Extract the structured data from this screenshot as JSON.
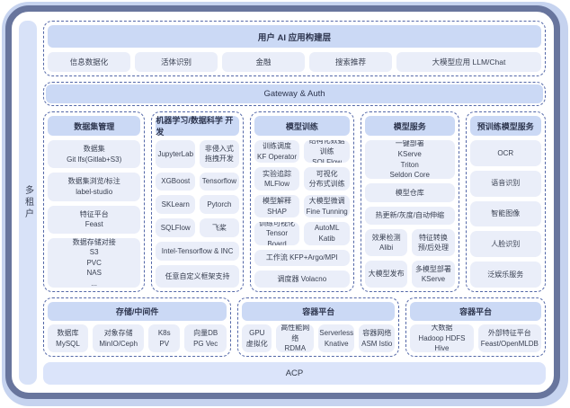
{
  "tenant_label": "多租户",
  "app_layer": {
    "title": "用户 AI 应用构建层",
    "items": [
      "信息数据化",
      "活体识别",
      "金融",
      "搜索推荐",
      "大模型应用 LLM/Chat"
    ]
  },
  "gateway": {
    "label": "Gateway & Auth"
  },
  "columns": [
    {
      "title": "数据集管理",
      "rows": [
        [
          [
            "数据集",
            "Git lfs(Gitlab+S3)"
          ]
        ],
        [
          [
            "数据集浏览/标注",
            "label-studio"
          ]
        ],
        [
          [
            "特征平台",
            "Feast"
          ]
        ],
        [
          [
            "数据存储对接",
            "S3",
            "PVC",
            "NAS",
            "..."
          ]
        ]
      ]
    },
    {
      "title": "机器学习/数据科学 开发",
      "rows": [
        [
          [
            "JupyterLab"
          ],
          [
            "非侵入式",
            "拖拽开发"
          ]
        ],
        [
          [
            "XGBoost"
          ],
          [
            "Tensorflow"
          ]
        ],
        [
          [
            "SKLearn"
          ],
          [
            "Pytorch"
          ]
        ],
        [
          [
            "SQLFlow"
          ],
          [
            "飞桨"
          ]
        ],
        [
          [
            "Intel-Tensorflow & INC"
          ]
        ],
        [
          [
            "任意自定义框架支持"
          ]
        ]
      ]
    },
    {
      "title": "模型训练",
      "rows": [
        [
          [
            "训练调度",
            "KF Operator"
          ],
          [
            "结构化数据训练",
            "SQLFlow"
          ]
        ],
        [
          [
            "实验追踪",
            "MLFlow"
          ],
          [
            "可视化",
            "分布式训练"
          ]
        ],
        [
          [
            "模型解释",
            "SHAP"
          ],
          [
            "大模型微调",
            "Fine Tunning"
          ]
        ],
        [
          [
            "训练可视化",
            "Tensor Board"
          ],
          [
            "AutoML",
            "Katib"
          ]
        ],
        [
          [
            "工作流 KFP+Argo/MPI"
          ]
        ],
        [
          [
            "调度器 Volacno"
          ]
        ]
      ]
    },
    {
      "title": "模型服务",
      "rows": [
        [
          [
            "一键部署",
            "KServe",
            "Triton",
            "Seldon Core"
          ]
        ],
        [
          [
            "模型仓库"
          ]
        ],
        [
          [
            "热更新/灰度/自动伸缩"
          ]
        ],
        [
          [
            "效果检测",
            "Alibi"
          ],
          [
            "特征转换",
            "预/后处理"
          ]
        ],
        [
          [
            "大模型发布"
          ],
          [
            "多模型部署",
            "KServe"
          ]
        ]
      ]
    },
    {
      "title": "预训练模型服务",
      "rows": [
        [
          [
            "OCR"
          ]
        ],
        [
          [
            "语音识别"
          ]
        ],
        [
          [
            "智能图像"
          ]
        ],
        [
          [
            "人脸识别"
          ]
        ],
        [
          [
            "泛娱乐服务"
          ]
        ]
      ]
    }
  ],
  "bottom": [
    {
      "title": "存储/中间件",
      "cards": [
        [
          "数据库",
          "MySQL"
        ],
        [
          "对象存储",
          "MinIO/Ceph"
        ],
        [
          "K8s",
          "PV"
        ],
        [
          "向量DB",
          "PG Vec"
        ]
      ]
    },
    {
      "title": "容器平台",
      "cards": [
        [
          "GPU",
          "虚拟化"
        ],
        [
          "高性能网络",
          "RDMA"
        ],
        [
          "Serverless",
          "Knative"
        ],
        [
          "容器网络",
          "ASM Istio"
        ]
      ]
    },
    {
      "title": "容器平台",
      "cards": [
        [
          "大数据",
          "Hadoop HDFS",
          "Hive"
        ],
        [
          "外部特征平台",
          "Feast/OpenMLDB"
        ]
      ]
    }
  ],
  "footer": {
    "label": "ACP"
  },
  "colors": {
    "outer_bg": "#c6d3ef",
    "frame_border": "#68759d",
    "strip_bg": "#d8e2f8",
    "bar_bg": "#cbd9f5",
    "card_bg": "#eaeef9",
    "dashed_border": "#5468a8",
    "footer_bg": "#dbe4fa"
  }
}
